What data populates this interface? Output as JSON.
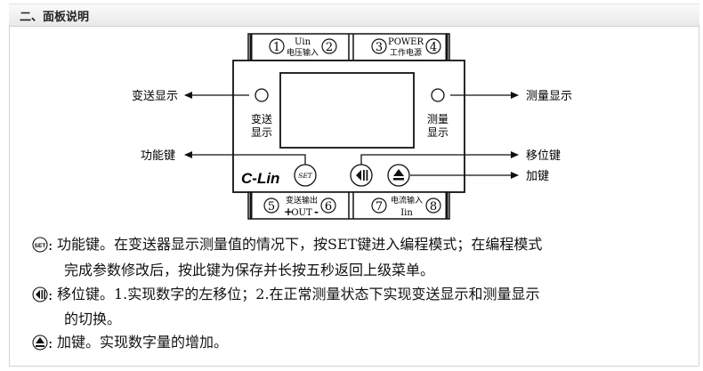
{
  "header": {
    "title": "二、面板说明"
  },
  "terminals": {
    "top_left": {
      "n1": "1",
      "n2": "2",
      "label_top": "Uin",
      "label_bottom": "电压输入"
    },
    "top_right": {
      "n1": "3",
      "n2": "4",
      "label_top": "POWER",
      "label_bottom": "工作电源"
    },
    "bottom_left": {
      "n1": "5",
      "n2": "6",
      "label_top": "变送输出",
      "label_bottom": "OUT",
      "plus": "+",
      "minus": "-"
    },
    "bottom_right": {
      "n1": "7",
      "n2": "8",
      "label_top": "电流输入",
      "label_bottom": "Iin"
    }
  },
  "panel": {
    "left_led_label_1": "变送",
    "left_led_label_2": "显示",
    "right_led_label_1": "测量",
    "right_led_label_2": "显示",
    "logo": "C-Lin",
    "set_key": "SET"
  },
  "callouts": {
    "transmit_display": "变送显示",
    "measure_display": "测量显示",
    "function_key": "功能键",
    "shift_key": "移位键",
    "add_key": "加键"
  },
  "descriptions": {
    "set_line1": "功能键。在变送器显示测量值的情况下，按SET键进入编程模式；在编程模式",
    "set_line2": "完成参数修改后，按此键为保存并长按五秒返回上级菜单。",
    "shift_line1": "移位键。1.实现数字的左移位；2.在正常测量状态下实现变送显示和测量显示",
    "shift_line2": "的切换。",
    "add_line1": "加键。实现数字量的增加。",
    "set_icon": "SET"
  }
}
